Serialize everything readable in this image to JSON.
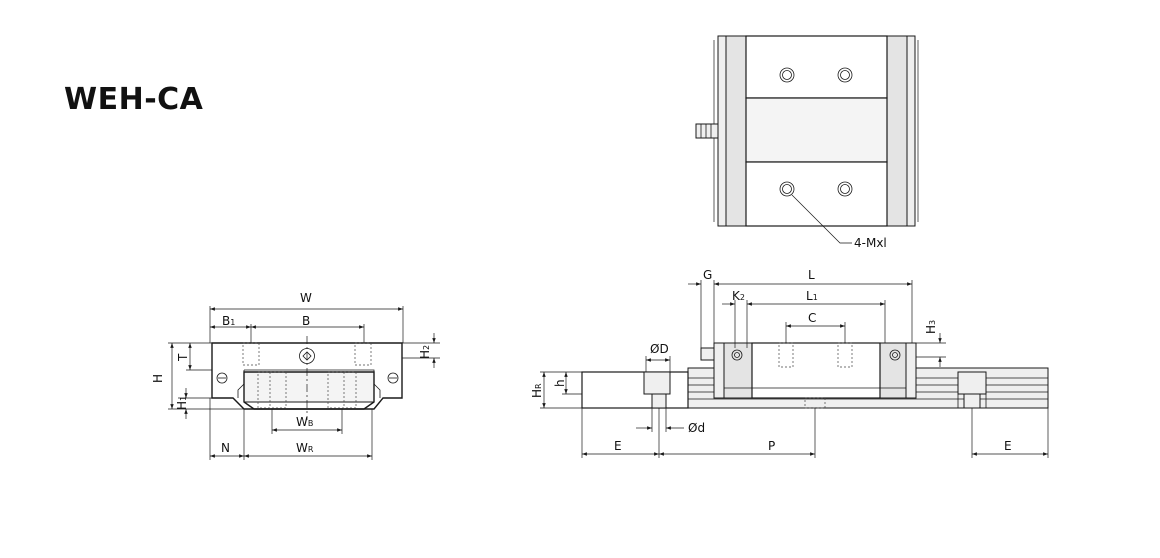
{
  "title": "WEH-CA",
  "labels": {
    "mounting_holes": "4-Mxl",
    "W": "W",
    "B1_main": "B",
    "B1_sub": "1",
    "B": "B",
    "H": "H",
    "T": "T",
    "H1_main": "H",
    "H1_sub": "1",
    "H2_main": "H",
    "H2_sub": "2",
    "WB_main": "W",
    "WB_sub": "B",
    "N": "N",
    "WR_main": "W",
    "WR_sub": "R",
    "G": "G",
    "L": "L",
    "K2_main": "K",
    "K2_sub": "2",
    "L1_main": "L",
    "L1_sub": "1",
    "C": "C",
    "H3_main": "H",
    "H3_sub": "3",
    "D": "ØD",
    "d": "Ød",
    "HR_main": "H",
    "HR_sub": "R",
    "h": "h",
    "E_left": "E",
    "P": "P",
    "E_right": "E"
  }
}
